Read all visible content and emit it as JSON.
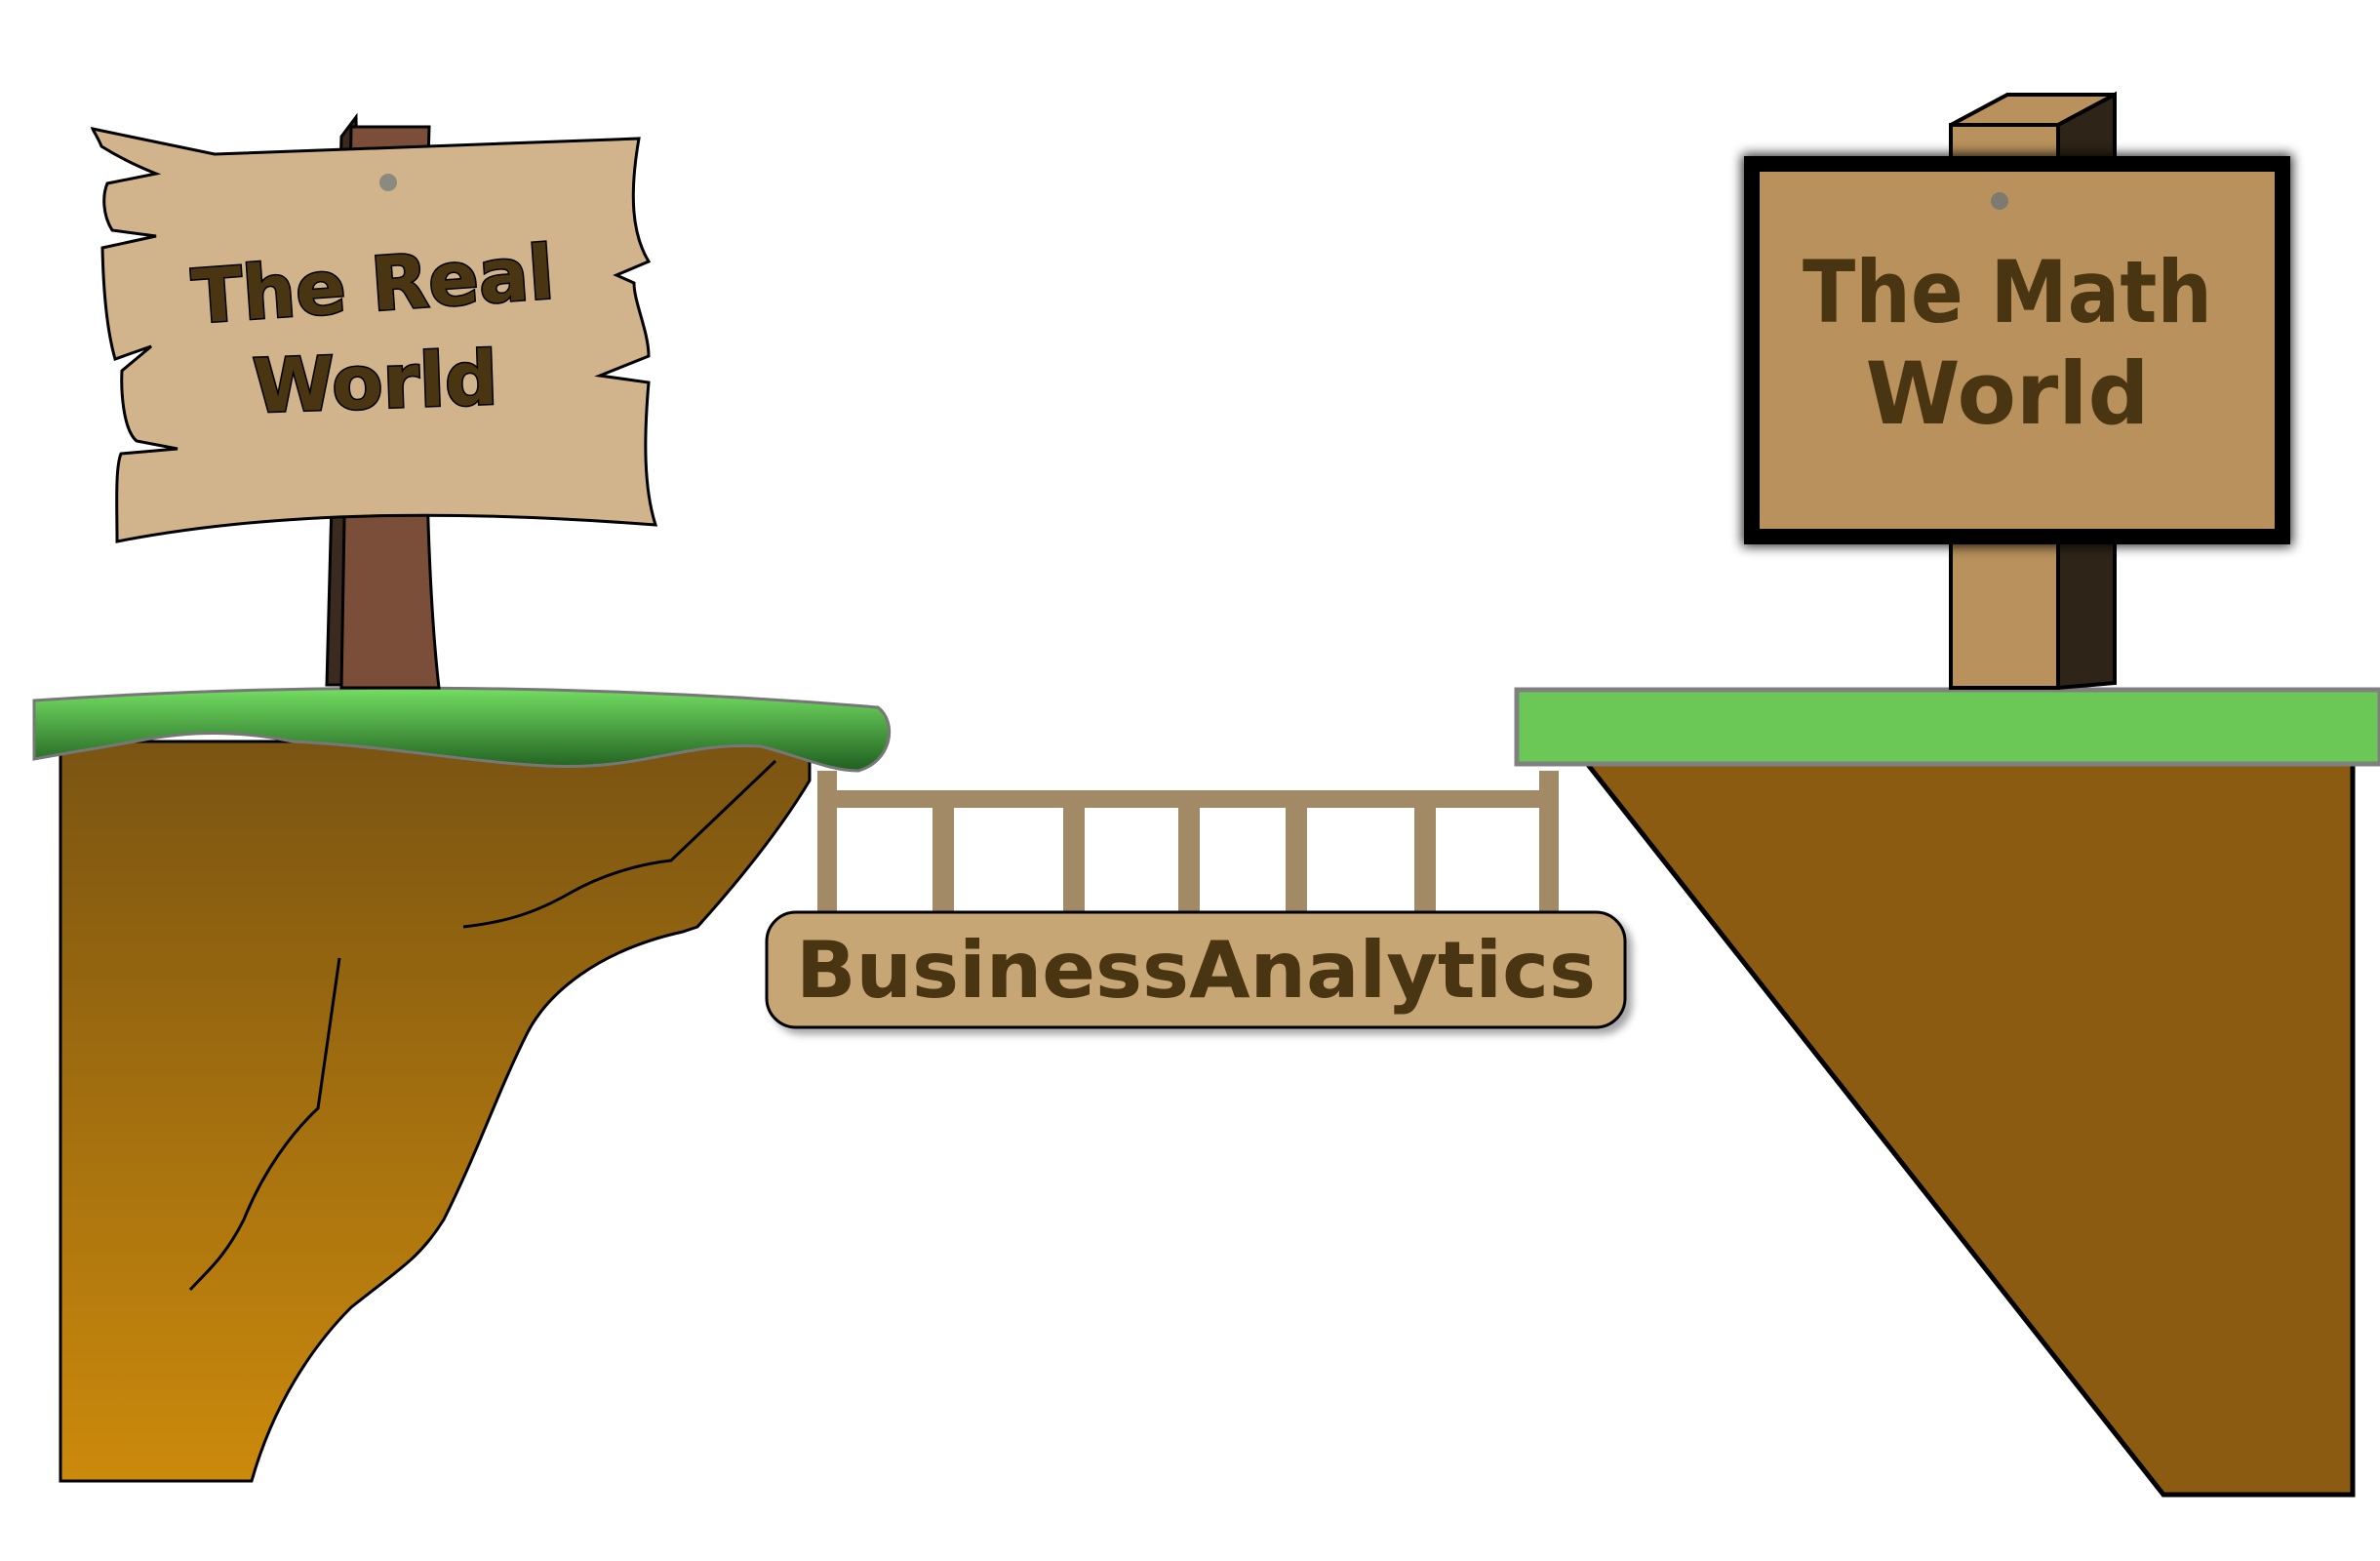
{
  "left_sign": {
    "line1": "The Real",
    "line2": "World"
  },
  "right_sign": {
    "line1": "The Math",
    "line2": "World"
  },
  "bridge": {
    "label": "BusinessAnalytics"
  },
  "colors": {
    "sign_text": "#4a3512",
    "old_sign_wood": "#d2b48c",
    "math_sign_wood": "#b8915c",
    "post_dark": "#7a4e38",
    "grass_light": "#6fd65f",
    "grass_dark": "#1f5e1f",
    "dirt_top": "#7a5412",
    "dirt_bottom": "#cc8a0c",
    "right_dirt": "#8a5b10",
    "bridge_rail": "#a38a66",
    "bridge_plate": "#c7a676"
  }
}
